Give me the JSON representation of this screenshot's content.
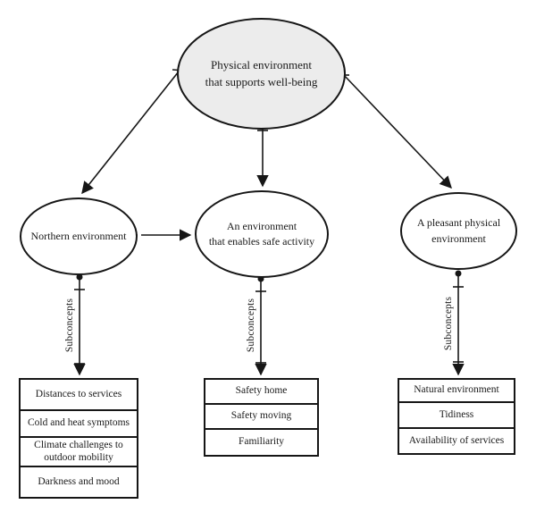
{
  "figure": {
    "root": {
      "lines": [
        "Physical environment",
        "that supports well-being"
      ]
    },
    "subconcepts_label": "Subconcepts",
    "branches": [
      {
        "lines": [
          "Northern environment"
        ],
        "subconcepts": [
          "Distances to services",
          "Cold and heat symptoms",
          "Climate challenges to outdoor mobility",
          "Darkness and mood"
        ]
      },
      {
        "lines": [
          "An environment",
          "that enables safe activity"
        ],
        "subconcepts": [
          "Safety home",
          "Safety moving",
          "Familiarity"
        ]
      },
      {
        "lines": [
          "A pleasant physical",
          "environment"
        ],
        "subconcepts": [
          "Natural environment",
          "Tidiness",
          "Availability of services"
        ]
      }
    ],
    "colors": {
      "root_fill": "#ececec",
      "ink": "#1a1a1a",
      "background": "#ffffff"
    }
  }
}
